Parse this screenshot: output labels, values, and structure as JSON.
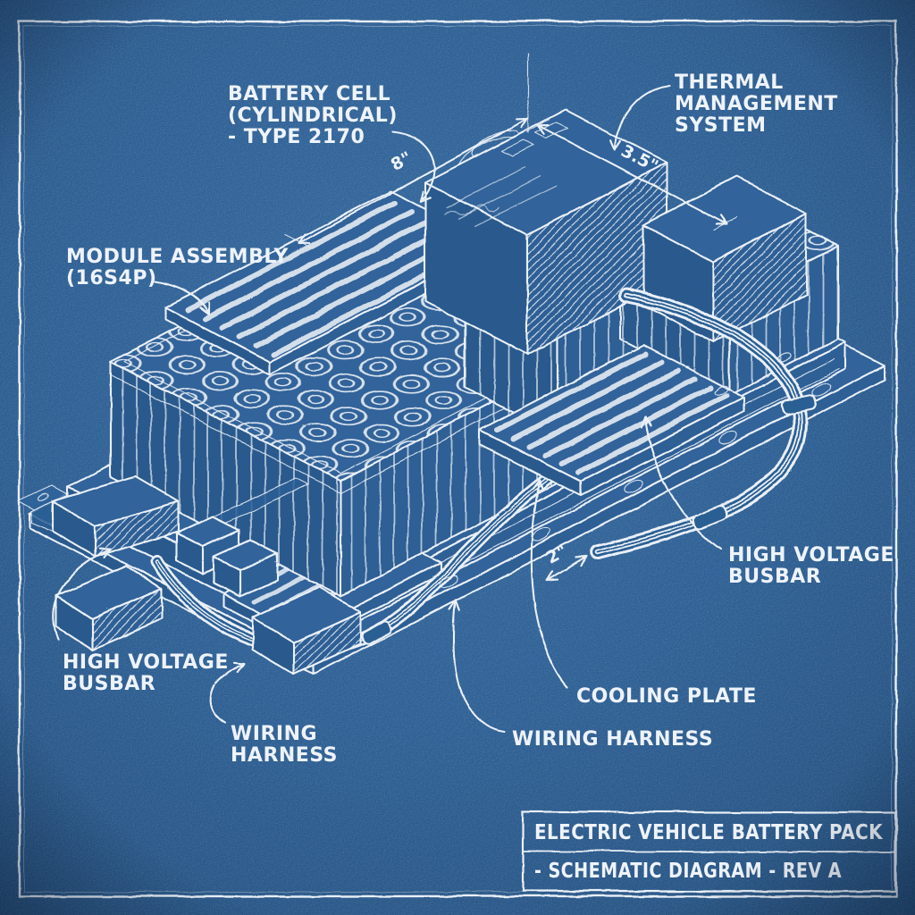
{
  "blueprint": {
    "colors": {
      "background": "#2c5e93",
      "background_light": "#35699f",
      "background_dark": "#224e7c",
      "line": "#eaf0f7",
      "text": "#eef3fa"
    },
    "title_block": {
      "line1": "ELECTRIC VEHICLE BATTERY PACK",
      "line2": "- SCHEMATIC DIAGRAM - REV A"
    },
    "labels": {
      "battery_cell": {
        "line1": "BATTERY CELL",
        "line2": "(CYLINDRICAL)",
        "line3": "- TYPE 2170"
      },
      "thermal": {
        "line1": "THERMAL",
        "line2": "MANAGEMENT",
        "line3": "SYSTEM"
      },
      "module_assembly": {
        "line1": "MODULE ASSEMBLY",
        "line2": "(16S4P)"
      },
      "hv_busbar_right": {
        "line1": "HIGH VOLTAGE",
        "line2": "BUSBAR"
      },
      "hv_busbar_left": {
        "line1": "HIGH VOLTAGE",
        "line2": "BUSBAR"
      },
      "wiring_harness_left": {
        "line1": "WIRING",
        "line2": "HARNESS"
      },
      "cooling_plate": {
        "line1": "COOLING PLATE"
      },
      "wiring_harness_bottom": {
        "line1": "WIRING HARNESS"
      }
    },
    "dimensions": {
      "length": "8\"",
      "width": "3.5\"",
      "depth": "2\""
    }
  }
}
